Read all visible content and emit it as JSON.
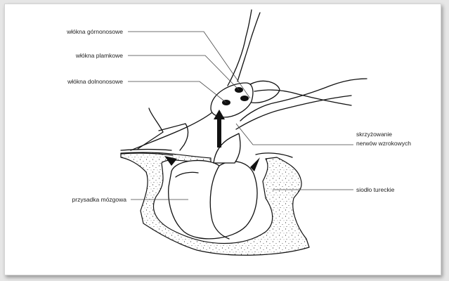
{
  "labels": {
    "fibers_upper_nasal": "włókna górnonosowe",
    "fibers_macular": "włókna plamkowe",
    "fibers_lower_nasal": "włókna dolnonosowe",
    "chiasm_line1": "skrzyżowanie",
    "chiasm_line2": "nerwów wzrokowych",
    "pituitary": "przysadka mózgowa",
    "sella": "siodło tureckie"
  }
}
